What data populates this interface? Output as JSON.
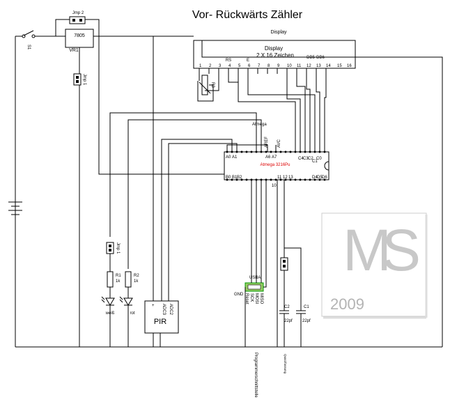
{
  "title": "Vor- Rückwärts Zähler",
  "display": {
    "label_top": "Display",
    "label_box": "Display",
    "subtitle": "2 X 16 Zeichen",
    "pin_labels": [
      "1",
      "2",
      "3",
      "4",
      "5",
      "6",
      "7",
      "8",
      "9",
      "10",
      "11",
      "12",
      "13",
      "14",
      "15",
      "16"
    ],
    "signal_labels": [
      "RS",
      "E",
      "DB5",
      "DB6"
    ]
  },
  "jumper2": "Jmp 2",
  "regulator": {
    "name": "7805",
    "ref": "VR1"
  },
  "switch": "S1",
  "jumper_top": "Jmp 1",
  "potentiometer": "R3",
  "mcu": {
    "name": "Atmega",
    "part": "Atmega 3216Pu",
    "pins_top": [
      "A0",
      "A1",
      "AREF",
      "AVC",
      "A6",
      "A7",
      "C4",
      "C3",
      "C2",
      "C1",
      "C0"
    ],
    "pins_bottom": [
      "B0",
      "B1",
      "B2",
      "11",
      "10",
      "12",
      "13",
      "D4",
      "D5",
      "D6"
    ]
  },
  "jumper_led": "Jmp 1",
  "resistors": [
    {
      "ref": "R1",
      "value": "1k"
    },
    {
      "ref": "R2",
      "value": "1k"
    }
  ],
  "leds": [
    "weiß",
    "rot"
  ],
  "pir": {
    "name": "PIR",
    "pins": [
      "+",
      "ADC3",
      "ADC2"
    ]
  },
  "usb": {
    "label": "USBA",
    "gnd": "GND",
    "signals": [
      "MISO",
      "MOSI",
      "SCK",
      "Reset"
    ]
  },
  "capacitors": [
    {
      "ref": "C2",
      "value": "22pf"
    },
    {
      "ref": "C1",
      "value": "22pf"
    }
  ],
  "crystal_label": "Quarzfassung",
  "programmer_label": "Programmerschnittstelle",
  "logo": {
    "letters": "MS",
    "year": "2009"
  }
}
